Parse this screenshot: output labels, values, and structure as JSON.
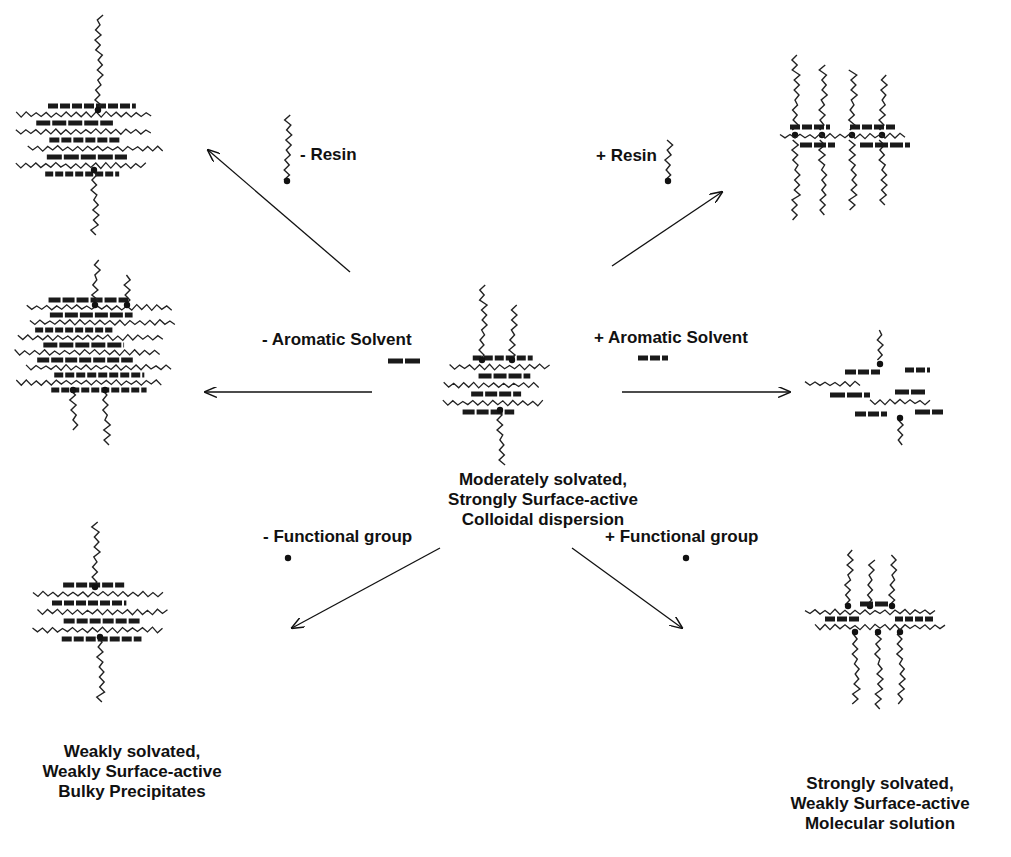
{
  "diagram": {
    "labels": [
      "- Resin",
      "+ Resin",
      "- Aromatic Solvent",
      "+ Aromatic Solvent",
      "Moderately solvated, Strongly Surface-active Colloidal dispersion",
      "- Functional group",
      "+ Functional group",
      "Weakly solvated, Weakly Surface-active Bulky Precipitates",
      "Strongly solvated, Weakly Surface-active Molecular solution"
    ]
  }
}
